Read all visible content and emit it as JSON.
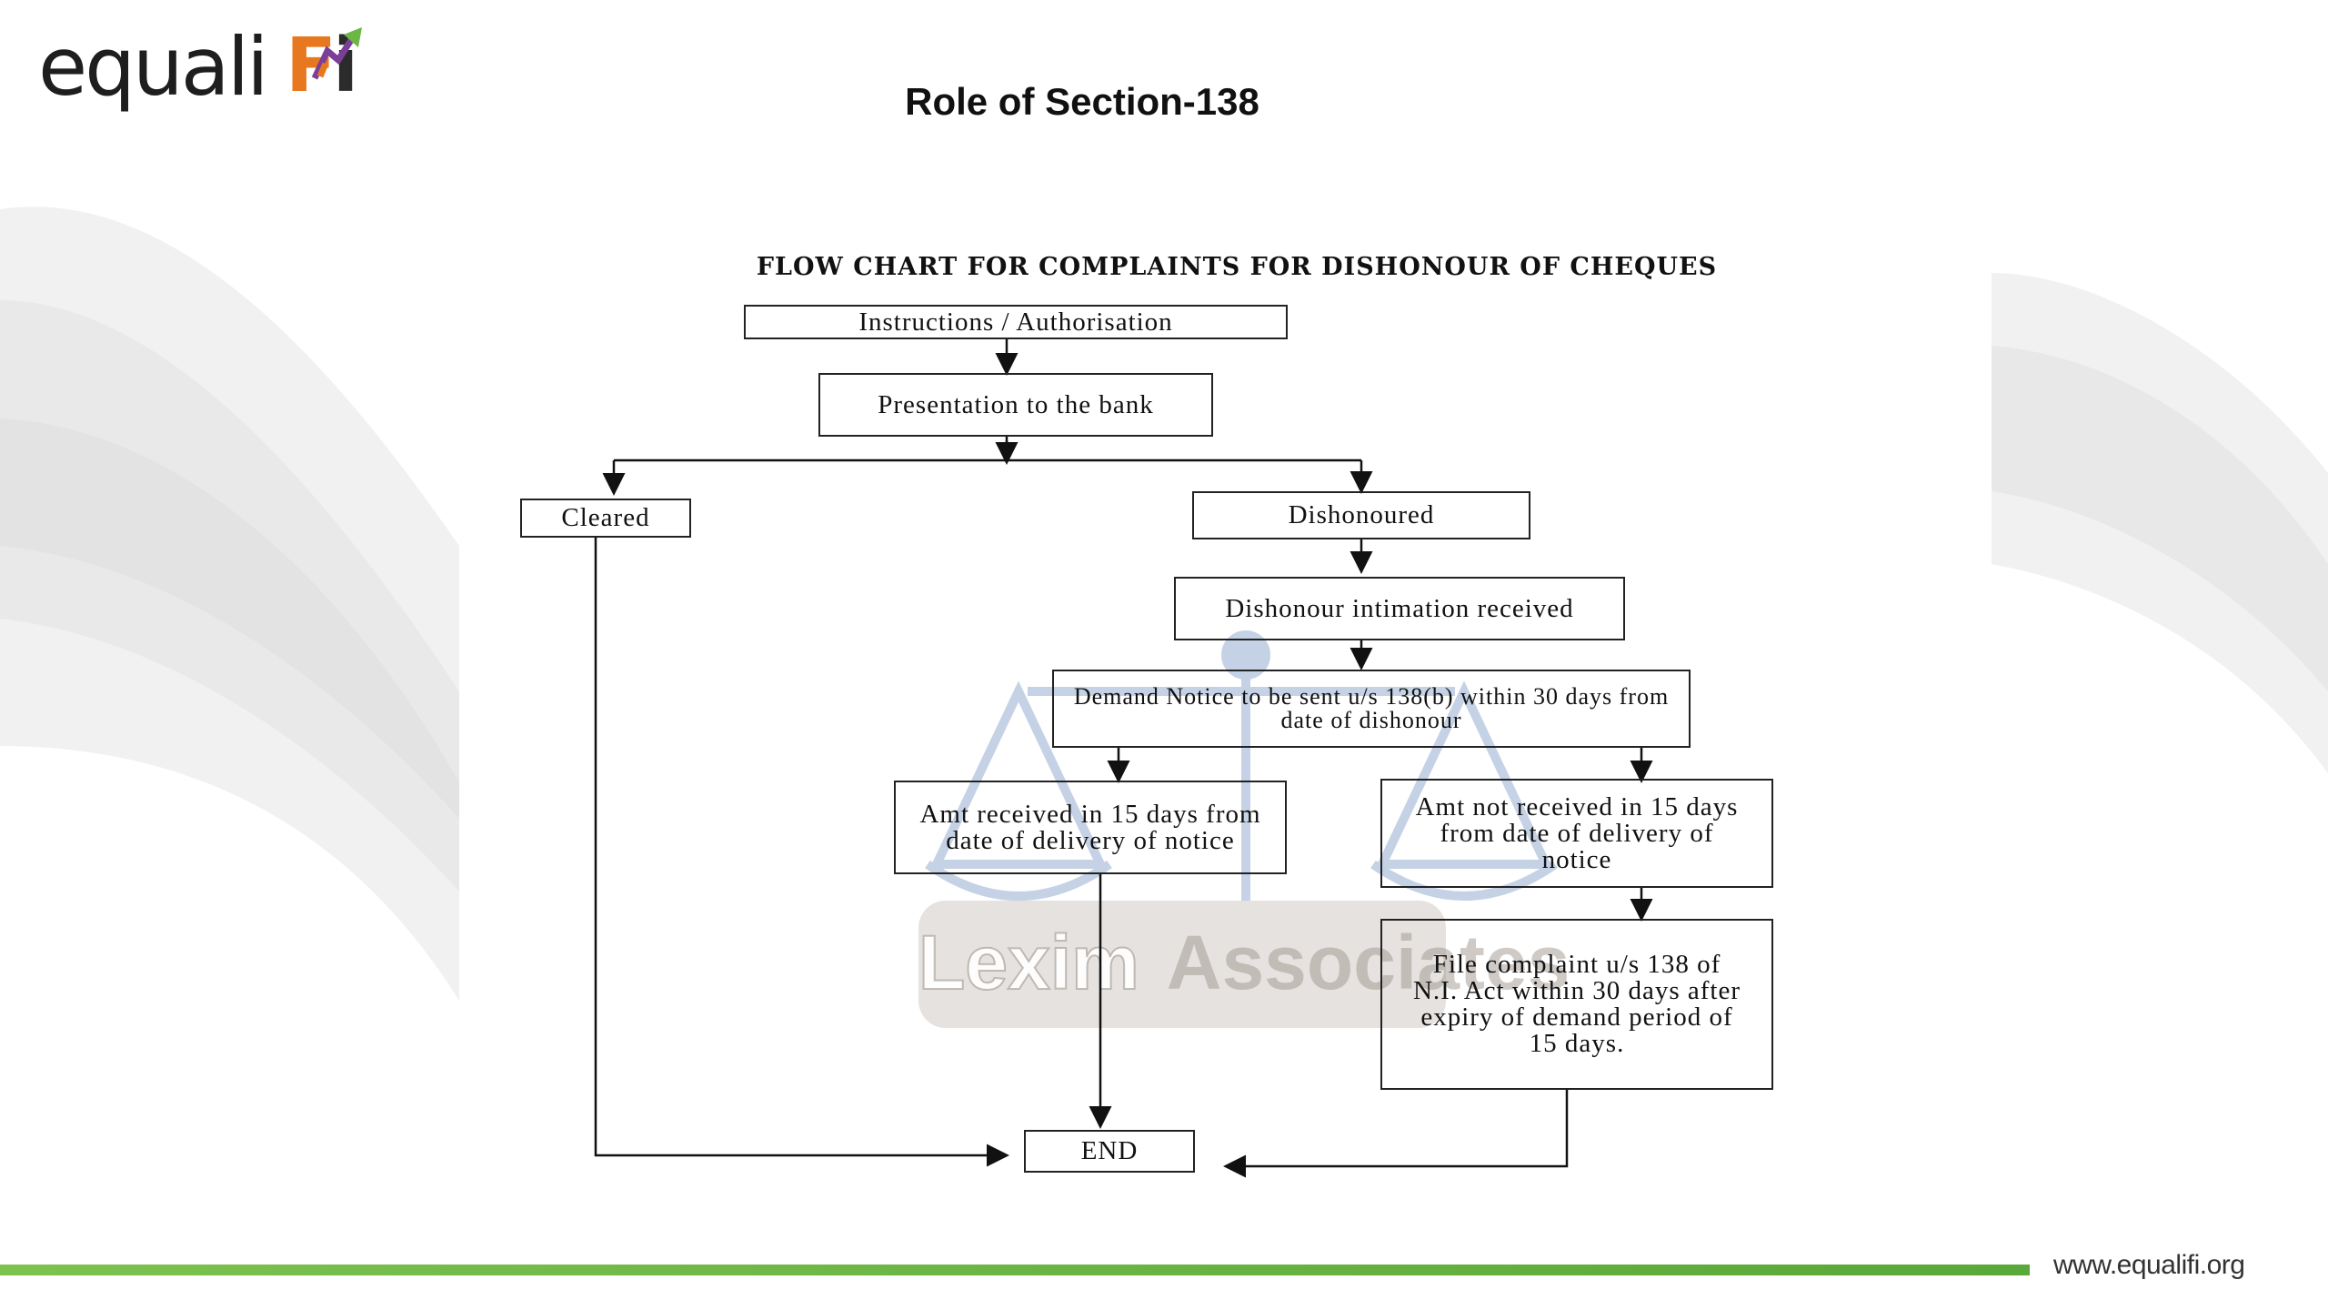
{
  "brand": {
    "logo_text_main": "equali",
    "logo_text_f": "F",
    "logo_text_i": "i",
    "orange": "#e8781f",
    "green": "#6ab744",
    "purple": "#7b3f98"
  },
  "slide": {
    "title": "Role of Section-138"
  },
  "flowchart": {
    "title": "FLOW CHART FOR COMPLAINTS FOR DISHONOUR OF CHEQUES",
    "nodes": {
      "instructions": "Instructions / Authorisation",
      "presentation": "Presentation to the bank",
      "cleared": "Cleared",
      "dishonoured": "Dishonoured",
      "intimation": "Dishonour intimation received",
      "demand_notice": "Demand Notice to be sent u/s 138(b) within 30 days from date of dishonour",
      "amt_received": "Amt received in 15 days from date of delivery of notice",
      "amt_not_received": "Amt not received in 15 days from date of delivery of notice",
      "file_complaint": "File complaint u/s 138 of N.I. Act within 30 days after expiry of demand period of 15 days.",
      "end": "END"
    },
    "edges": [
      [
        "instructions",
        "presentation"
      ],
      [
        "presentation",
        "cleared"
      ],
      [
        "presentation",
        "dishonoured"
      ],
      [
        "dishonoured",
        "intimation"
      ],
      [
        "intimation",
        "demand_notice"
      ],
      [
        "demand_notice",
        "amt_received"
      ],
      [
        "demand_notice",
        "amt_not_received"
      ],
      [
        "amt_not_received",
        "file_complaint"
      ],
      [
        "cleared",
        "end"
      ],
      [
        "amt_received",
        "end"
      ],
      [
        "file_complaint",
        "end"
      ]
    ]
  },
  "watermark": {
    "word1": "Lexim",
    "word2": "Associates"
  },
  "footer": {
    "url": "www.equalifi.org"
  }
}
